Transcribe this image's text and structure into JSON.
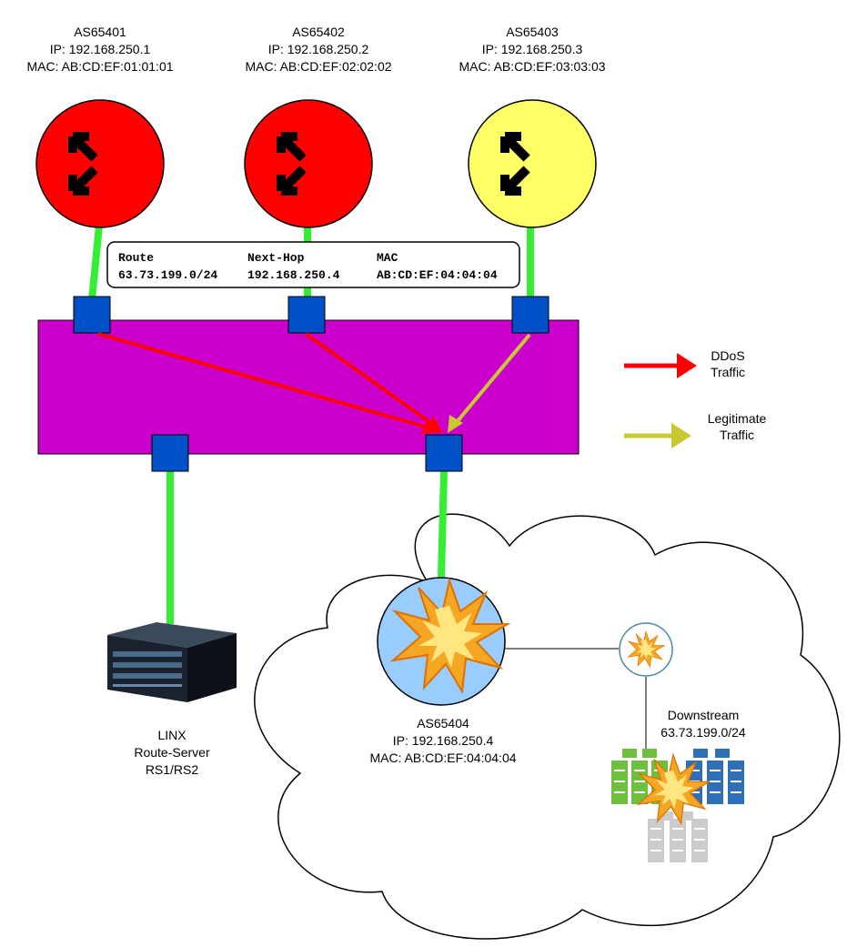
{
  "routers": [
    {
      "name": "AS65401",
      "ip": "IP: 192.168.250.1",
      "mac": "MAC: AB:CD:EF:01:01:01",
      "color": "#ff0000",
      "icon": "router-arrows-icon"
    },
    {
      "name": "AS65402",
      "ip": "IP: 192.168.250.2",
      "mac": "MAC: AB:CD:EF:02:02:02",
      "color": "#ff0000",
      "icon": "router-arrows-icon"
    },
    {
      "name": "AS65403",
      "ip": "IP: 192.168.250.3",
      "mac": "MAC: AB:CD:EF:03:03:03",
      "color": "#ffff66",
      "icon": "router-arrows-icon"
    }
  ],
  "route_table": {
    "headers": [
      "Route",
      "Next-Hop",
      "MAC"
    ],
    "row": [
      "63.73.199.0/24",
      "192.168.250.4",
      "AB:CD:EF:04:04:04"
    ]
  },
  "legend": {
    "ddos": {
      "line1": "DDoS",
      "line2": "Traffic",
      "color": "#ff0000"
    },
    "legit": {
      "line1": "Legitimate",
      "line2": "Traffic",
      "color": "#c8c832"
    }
  },
  "route_server": {
    "line1": "LINX",
    "line2": "Route-Server",
    "line3": "RS1/RS2",
    "icon": "server-rack-icon"
  },
  "victim": {
    "name": "AS65404",
    "ip": "IP: 192.168.250.4",
    "mac": "MAC: AB:CD:EF:04:04:04",
    "color": "#99ccff",
    "icon": "explosion-icon"
  },
  "downstream": {
    "line1": "Downstream",
    "line2": "63.73.199.0/24",
    "icon": "servers-icon"
  },
  "colors": {
    "switch_fabric": "#cc00cc",
    "port": "#0050c8",
    "link": "#33ee33"
  }
}
